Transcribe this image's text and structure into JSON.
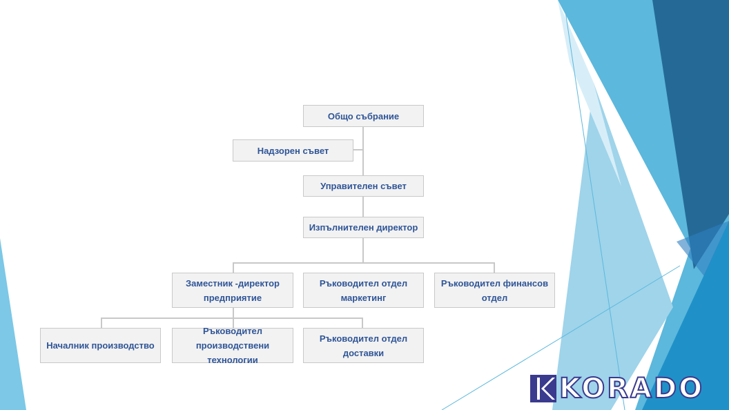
{
  "org_chart": {
    "general_assembly": "Общо събрание",
    "supervisory_board": "Надзорен съвет",
    "management_board": "Управителен съвет",
    "executive_director": "Изпълнителен директор",
    "deputy_director": [
      "Заместник -директор",
      "предприятие"
    ],
    "head_marketing": [
      "Ръководител отдел",
      "маркетинг"
    ],
    "head_finance": [
      "Ръководител финансов",
      "отдел"
    ],
    "production_chief": "Началник производство",
    "head_production_tech": [
      "Ръководител производствени",
      "технологии"
    ],
    "head_delivery": [
      "Ръководител отдел",
      "доставки"
    ]
  },
  "logo": {
    "text": "KORADO",
    "brand_color": "#3a3a8e"
  },
  "colors": {
    "accent": "#2f5597",
    "box_fill": "#f2f2f2",
    "connector": "#c8c8c8"
  }
}
